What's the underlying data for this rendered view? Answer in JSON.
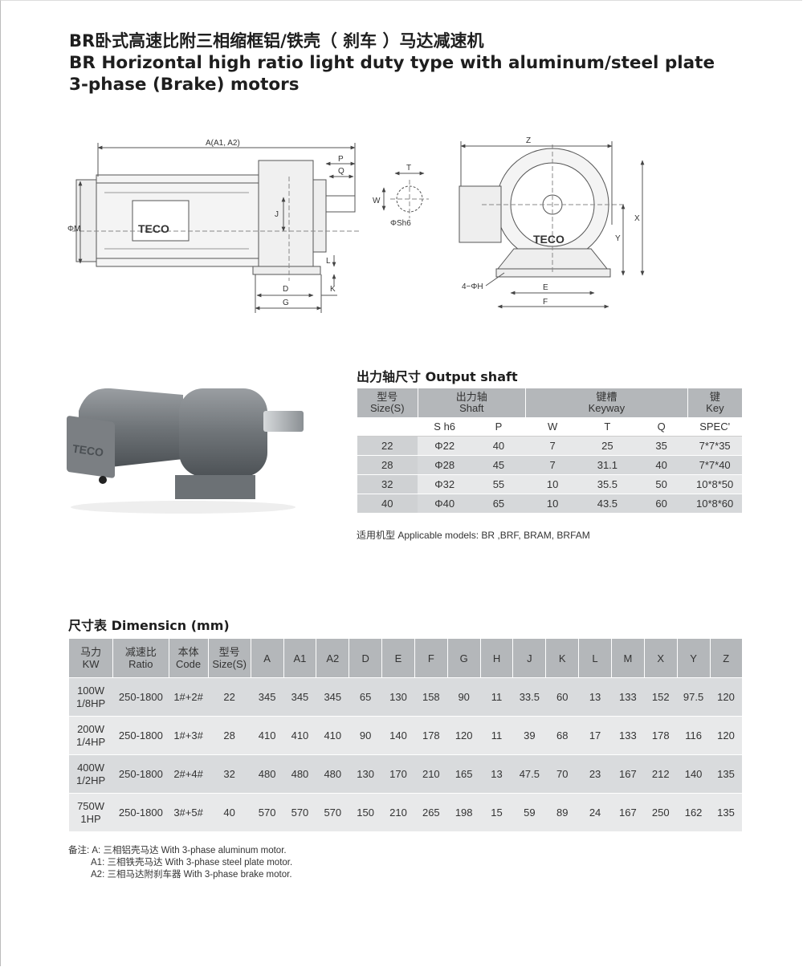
{
  "title": {
    "zh": "BR卧式高速比附三相缩框铝/铁壳（ 刹车 ）马达减速机",
    "en1": "BR Horizontal high ratio light duty type with aluminum/steel plate",
    "en2": "3-phase (Brake) motors"
  },
  "drawing": {
    "brand": "TECO",
    "labels": {
      "A": "A(A1, A2)",
      "P": "P",
      "Q": "Q",
      "T": "T",
      "W": "W",
      "Sh6": "ΦSh6",
      "J": "J",
      "M": "ΦM",
      "L": "L",
      "D": "D",
      "G": "G",
      "K": "K",
      "Z": "Z",
      "X": "X",
      "Y": "Y",
      "E": "E",
      "F": "F",
      "H": "4−ΦH"
    }
  },
  "shaft_section": {
    "title": "出力轴尺寸 Output shaft",
    "header": {
      "size": [
        "型号",
        "Size(S)"
      ],
      "shaft": [
        "出力轴",
        "Shaft"
      ],
      "keyway": [
        "键槽",
        "Keyway"
      ],
      "key": [
        "键",
        "Key"
      ]
    },
    "subheader": [
      "S h6",
      "P",
      "W",
      "T",
      "Q",
      "SPEC'"
    ],
    "rows": [
      [
        "22",
        "Φ22",
        "40",
        "7",
        "25",
        "35",
        "7*7*35"
      ],
      [
        "28",
        "Φ28",
        "45",
        "7",
        "31.1",
        "40",
        "7*7*40"
      ],
      [
        "32",
        "Φ32",
        "55",
        "10",
        "35.5",
        "50",
        "10*8*50"
      ],
      [
        "40",
        "Φ40",
        "65",
        "10",
        "43.5",
        "60",
        "10*8*60"
      ]
    ],
    "applicable": "适用机型 Applicable models: BR ,BRF, BRAM, BRFAM"
  },
  "dim_section": {
    "title": "尺寸表 Dimensicn (mm)",
    "header": [
      [
        "马力",
        "KW"
      ],
      [
        "减速比",
        "Ratio"
      ],
      [
        "本体",
        "Code"
      ],
      [
        "型号",
        "Size(S)"
      ],
      [
        "A"
      ],
      [
        "A1"
      ],
      [
        "A2"
      ],
      [
        "D"
      ],
      [
        "E"
      ],
      [
        "F"
      ],
      [
        "G"
      ],
      [
        "H"
      ],
      [
        "J"
      ],
      [
        "K"
      ],
      [
        "L"
      ],
      [
        "M"
      ],
      [
        "X"
      ],
      [
        "Y"
      ],
      [
        "Z"
      ]
    ],
    "rows": [
      [
        [
          "100W",
          "1/8HP"
        ],
        "250-1800",
        "1#+2#",
        "22",
        "345",
        "345",
        "345",
        "65",
        "130",
        "158",
        "90",
        "11",
        "33.5",
        "60",
        "13",
        "133",
        "152",
        "97.5",
        "120"
      ],
      [
        [
          "200W",
          "1/4HP"
        ],
        "250-1800",
        "1#+3#",
        "28",
        "410",
        "410",
        "410",
        "90",
        "140",
        "178",
        "120",
        "11",
        "39",
        "68",
        "17",
        "133",
        "178",
        "116",
        "120"
      ],
      [
        [
          "400W",
          "1/2HP"
        ],
        "250-1800",
        "2#+4#",
        "32",
        "480",
        "480",
        "480",
        "130",
        "170",
        "210",
        "165",
        "13",
        "47.5",
        "70",
        "23",
        "167",
        "212",
        "140",
        "135"
      ],
      [
        [
          "750W",
          "1HP"
        ],
        "250-1800",
        "3#+5#",
        "40",
        "570",
        "570",
        "570",
        "150",
        "210",
        "265",
        "198",
        "15",
        "59",
        "89",
        "24",
        "167",
        "250",
        "162",
        "135"
      ]
    ]
  },
  "notes": [
    "备注: A: 三相铝壳马达 With 3-phase aluminum motor.",
    "A1: 三相铁壳马达 With 3-phase steel plate motor.",
    "A2: 三相马达附刹车器 With 3-phase brake motor."
  ]
}
